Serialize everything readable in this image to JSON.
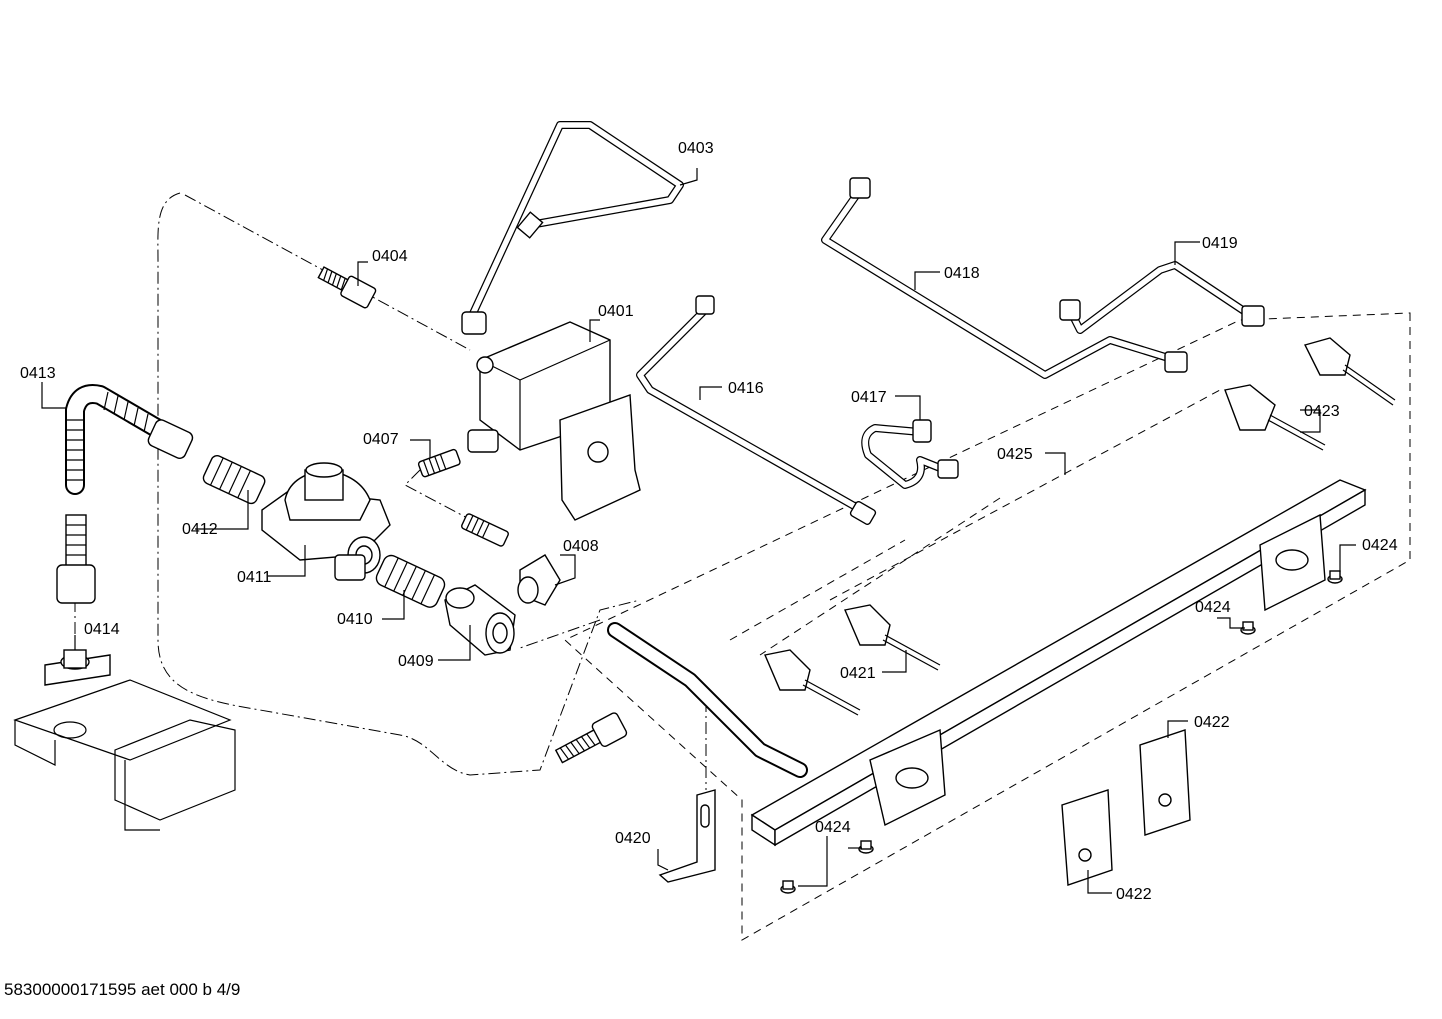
{
  "labels": {
    "p0401": "0401",
    "p0403": "0403",
    "p0404": "0404",
    "p0407": "0407",
    "p0408": "0408",
    "p0409": "0409",
    "p0410": "0410",
    "p0411": "0411",
    "p0412": "0412",
    "p0413": "0413",
    "p0414": "0414",
    "p0416": "0416",
    "p0417": "0417",
    "p0418": "0418",
    "p0419": "0419",
    "p0420": "0420",
    "p0421": "0421",
    "p0422a": "0422",
    "p0422b": "0422",
    "p0423": "0423",
    "p0424a": "0424",
    "p0424b": "0424",
    "p0424c": "0424",
    "p0425": "0425"
  },
  "footer": "58300000171595 aet 000 b 4/9"
}
